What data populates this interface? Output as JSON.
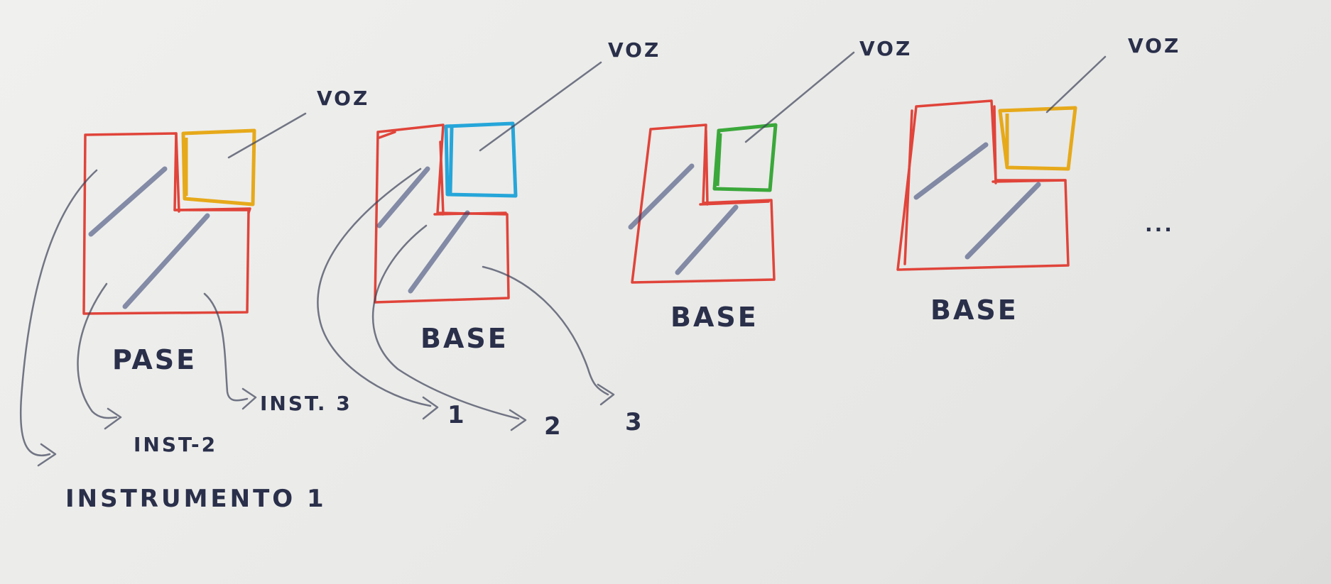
{
  "diagram": {
    "colors": {
      "base_frame": "#e0443a",
      "voz_1": "#e6a91a",
      "voz_2": "#26a6d9",
      "voz_3": "#3aa83a",
      "voz_4": "#e6a91a",
      "ink": "#2a2f4a"
    },
    "panels": [
      {
        "voz_label": "VOZ",
        "base_label": "PASE"
      },
      {
        "voz_label": "VOZ",
        "base_label": "BASE"
      },
      {
        "voz_label": "VOZ",
        "base_label": "BASE"
      },
      {
        "voz_label": "VOZ",
        "base_label": "BASE"
      }
    ],
    "instrument_labels": {
      "inst1": "INSTRUMENTO 1",
      "inst2": "INST-2",
      "inst3": "INST. 3"
    },
    "panel2_outputs": [
      "1",
      "2",
      "3"
    ],
    "ellipsis": "..."
  }
}
